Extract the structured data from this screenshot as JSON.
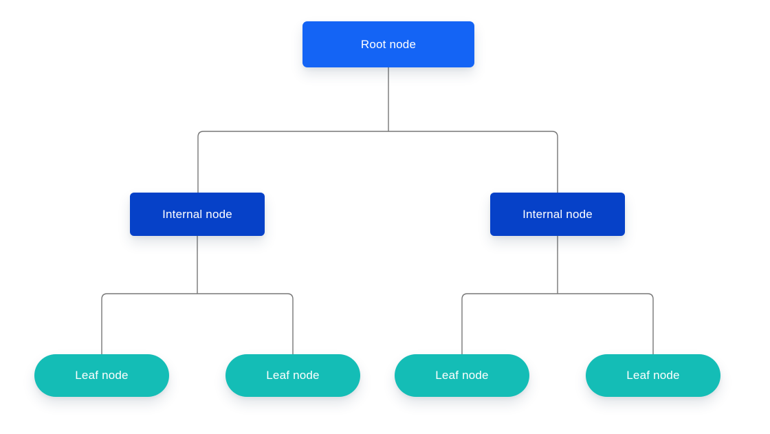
{
  "diagram": {
    "type": "tree",
    "root": {
      "label": "Root node"
    },
    "internal_nodes": [
      {
        "label": "Internal node"
      },
      {
        "label": "Internal node"
      }
    ],
    "leaf_nodes": [
      {
        "label": "Leaf node"
      },
      {
        "label": "Leaf node"
      },
      {
        "label": "Leaf node"
      },
      {
        "label": "Leaf node"
      }
    ]
  },
  "colors": {
    "root_fill": "#1464f5",
    "internal_fill": "#0641c8",
    "leaf_fill": "#14bdb6",
    "node_text": "#ffffff",
    "connector": "#767676",
    "background": "#ffffff"
  }
}
